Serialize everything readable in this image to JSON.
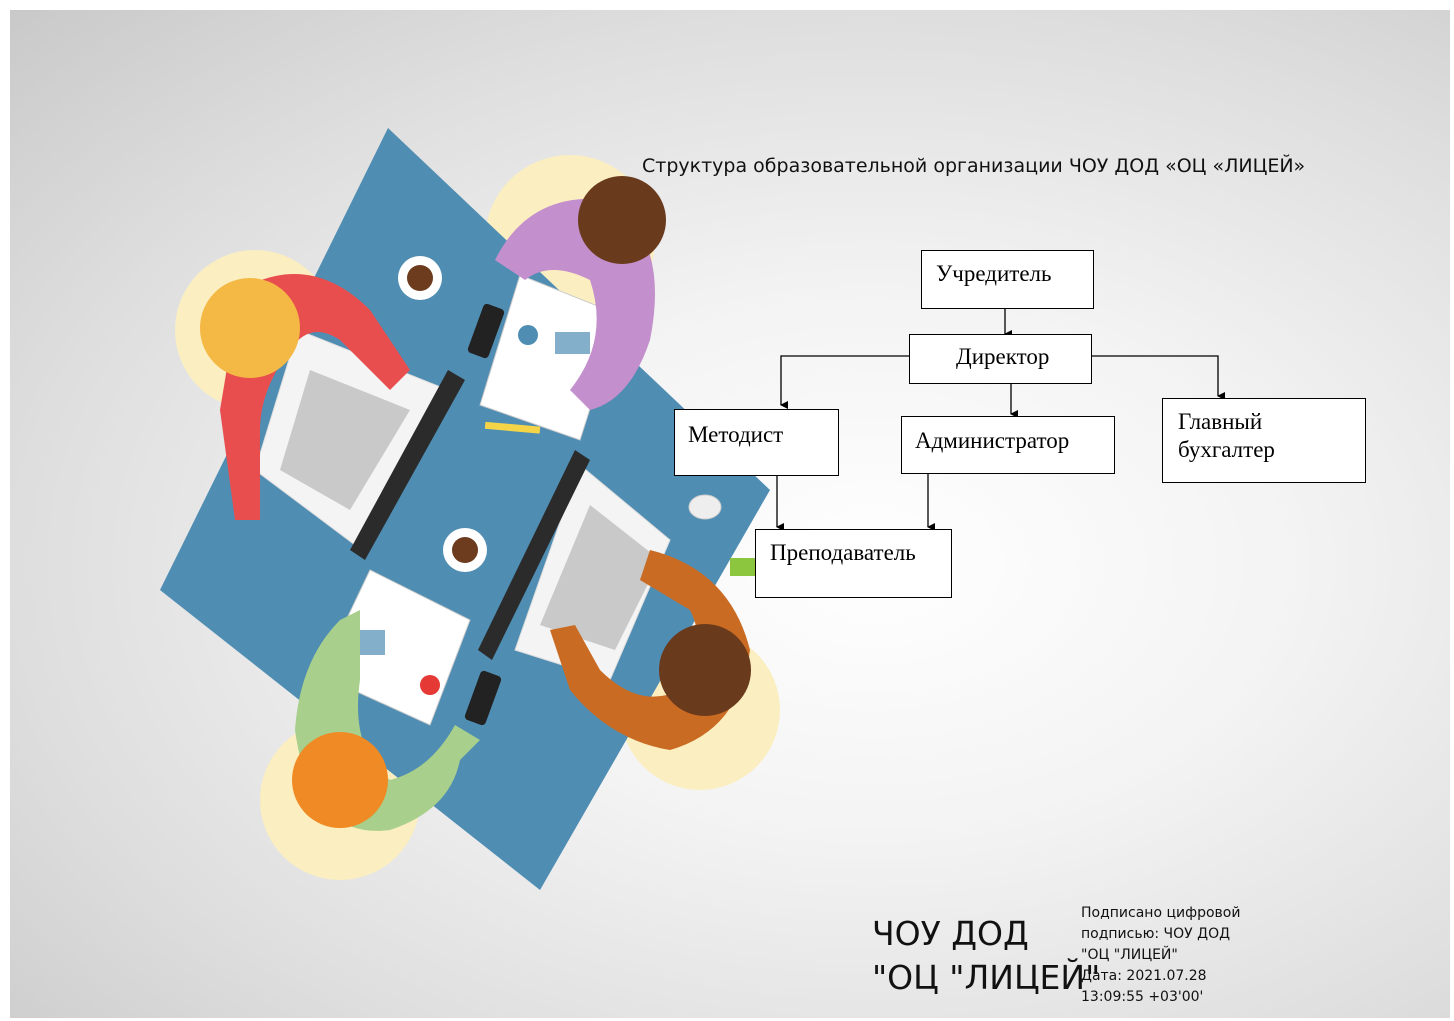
{
  "diagram": {
    "title": "Структура образовательной организации ЧОУ ДОД «ОЦ «ЛИЦЕЙ»",
    "nodes": {
      "founder": "Учредитель",
      "director": "Директор",
      "methodist": "Методист",
      "administrator": "Администратор",
      "chief_accountant_line1": "Главный",
      "chief_accountant_line2": "бухгалтер",
      "teacher": "Преподаватель"
    },
    "edges": [
      [
        "Учредитель",
        "Директор"
      ],
      [
        "Директор",
        "Методист"
      ],
      [
        "Директор",
        "Администратор"
      ],
      [
        "Директор",
        "Главный бухгалтер"
      ],
      [
        "Методист",
        "Преподаватель"
      ],
      [
        "Администратор",
        "Преподаватель"
      ]
    ]
  },
  "signature": {
    "org_line1": "ЧОУ ДОД",
    "org_line2": "\"ОЦ \"ЛИЦЕЙ\"",
    "line1": "Подписано цифровой",
    "line2": "подписью: ЧОУ ДОД",
    "line3": "\"ОЦ \"ЛИЦЕЙ\"",
    "line4": "Дата: 2021.07.28",
    "line5": "13:09:55 +03'00'"
  },
  "colors": {
    "table": "#4f8db3",
    "box_border": "#000000"
  }
}
